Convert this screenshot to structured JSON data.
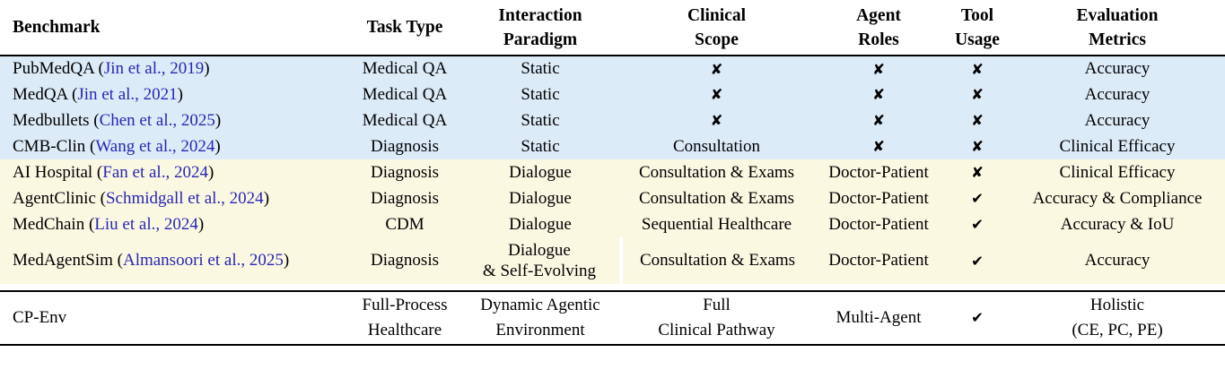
{
  "colors": {
    "qa_group_row_bg": "#dcebf8",
    "agent_group_row_bg": "#fbf8e2",
    "citation_link": "#2727b2",
    "text": "#000000",
    "cross_icon": "✘",
    "check_icon": "✔"
  },
  "header": {
    "benchmark": "Benchmark",
    "task_type": "Task Type",
    "interaction_paradigm": "Interaction\nParadigm",
    "clinical_scope": "Clinical\nScope",
    "agent_roles": "Agent\nRoles",
    "tool_usage": "Tool\nUsage",
    "evaluation_metrics": "Evaluation\nMetrics"
  },
  "rows": [
    {
      "benchmark_pre": "PubMedQA (",
      "benchmark_cite": "Jin et al., 2019",
      "benchmark_post": ")",
      "task_type": "Medical QA",
      "interaction_paradigm": "Static",
      "clinical_scope": "✘",
      "agent_roles": "✘",
      "tool_usage": "✘",
      "evaluation_metrics": "Accuracy"
    },
    {
      "benchmark_pre": "MedQA (",
      "benchmark_cite": "Jin et al., 2021",
      "benchmark_post": ")",
      "task_type": "Medical QA",
      "interaction_paradigm": "Static",
      "clinical_scope": "✘",
      "agent_roles": "✘",
      "tool_usage": "✘",
      "evaluation_metrics": "Accuracy"
    },
    {
      "benchmark_pre": "Medbullets (",
      "benchmark_cite": "Chen et al., 2025",
      "benchmark_post": ")",
      "task_type": "Medical QA",
      "interaction_paradigm": "Static",
      "clinical_scope": "✘",
      "agent_roles": "✘",
      "tool_usage": "✘",
      "evaluation_metrics": "Accuracy"
    },
    {
      "benchmark_pre": "CMB-Clin (",
      "benchmark_cite": "Wang et al., 2024",
      "benchmark_post": ")",
      "task_type": "Diagnosis",
      "interaction_paradigm": "Static",
      "clinical_scope": "Consultation",
      "agent_roles": "✘",
      "tool_usage": "✘",
      "evaluation_metrics": "Clinical Efficacy"
    },
    {
      "benchmark_pre": "AI Hospital (",
      "benchmark_cite": "Fan et al., 2024",
      "benchmark_post": ")",
      "task_type": "Diagnosis",
      "interaction_paradigm": "Dialogue",
      "clinical_scope": "Consultation & Exams",
      "agent_roles": "Doctor-Patient",
      "tool_usage": "✘",
      "evaluation_metrics": "Clinical Efficacy"
    },
    {
      "benchmark_pre": "AgentClinic (",
      "benchmark_cite": "Schmidgall et al., 2024",
      "benchmark_post": ")",
      "task_type": "Diagnosis",
      "interaction_paradigm": "Dialogue",
      "clinical_scope": "Consultation & Exams",
      "agent_roles": "Doctor-Patient",
      "tool_usage": "✔",
      "evaluation_metrics": "Accuracy & Compliance"
    },
    {
      "benchmark_pre": "MedChain (",
      "benchmark_cite": "Liu et al., 2024",
      "benchmark_post": ")",
      "task_type": "CDM",
      "interaction_paradigm": "Dialogue",
      "clinical_scope": "Sequential Healthcare",
      "agent_roles": "Doctor-Patient",
      "tool_usage": "✔",
      "evaluation_metrics": "Accuracy & IoU"
    },
    {
      "benchmark_pre": "MedAgentSim (",
      "benchmark_cite": "Almansoori et al., 2025",
      "benchmark_post": ")",
      "task_type": "Diagnosis",
      "interaction_paradigm": "Dialogue\n& Self-Evolving",
      "clinical_scope": "Consultation & Exams",
      "agent_roles": "Doctor-Patient",
      "tool_usage": "✔",
      "evaluation_metrics": "Accuracy"
    },
    {
      "benchmark_pre": "CP-Env",
      "benchmark_cite": "",
      "benchmark_post": "",
      "task_type": "Full-Process\nHealthcare",
      "interaction_paradigm": "Dynamic Agentic\nEnvironment",
      "clinical_scope": "Full\nClinical Pathway",
      "agent_roles": "Multi-Agent",
      "tool_usage": "✔",
      "evaluation_metrics": "Holistic\n(CE, PC, PE)"
    }
  ]
}
